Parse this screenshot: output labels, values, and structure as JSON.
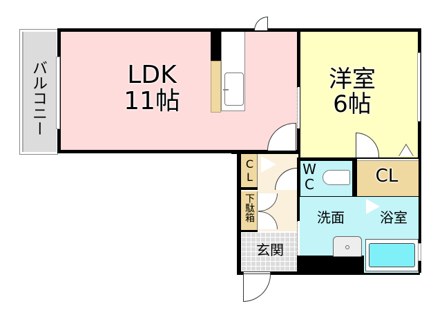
{
  "floorplan": {
    "rooms": {
      "balcony": {
        "label": "バルコニー",
        "color": "#dcdcdc"
      },
      "ldk": {
        "name": "LDK",
        "size": "11帖",
        "color": "#ffdcdc"
      },
      "western": {
        "name": "洋室",
        "size": "6帖",
        "color": "#ffffc4"
      },
      "closet_left": {
        "label": "CL",
        "color": "#f0d9a0"
      },
      "shoe_box": {
        "label": "下駄箱",
        "color": "#f0d9a0"
      },
      "entrance": {
        "label": "玄関",
        "color": "#dcdcdc"
      },
      "wc": {
        "label": "WC",
        "color": "#c2f4f8"
      },
      "closet_right": {
        "label": "CL",
        "color": "#f0d9a0"
      },
      "washroom": {
        "label": "洗面",
        "color": "#c2f4f8"
      },
      "bathroom": {
        "label": "浴室",
        "color": "#c2f4f8"
      },
      "hallway": {
        "color": "#faf0dc"
      }
    },
    "colors": {
      "wall": "#000000",
      "kitchen_counter": "#f0d9a0"
    }
  }
}
